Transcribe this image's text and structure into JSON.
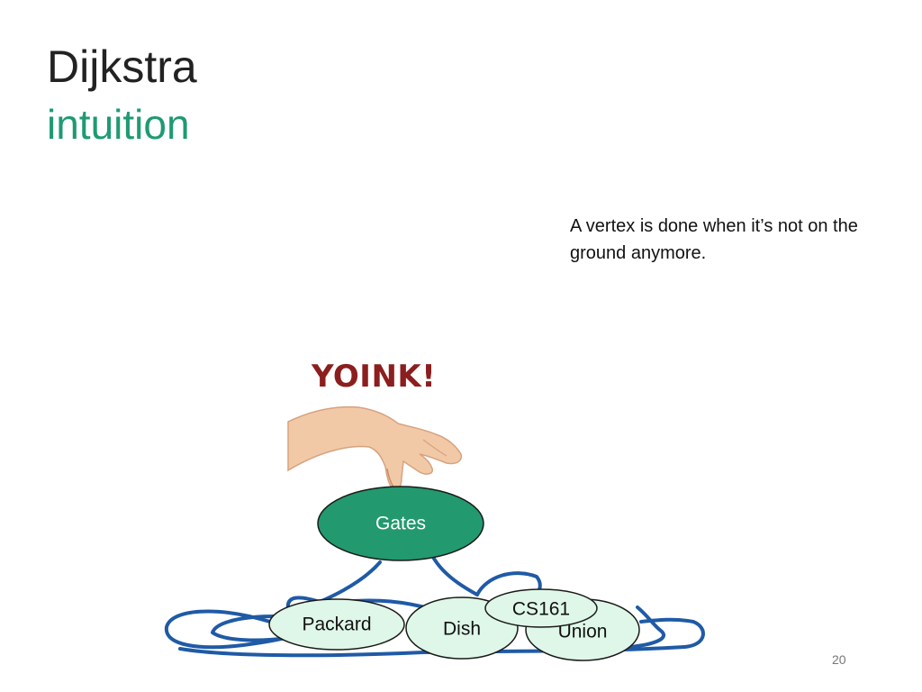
{
  "slide": {
    "title": "Dijkstra",
    "subtitle": "intuition",
    "note": "A vertex is done when it’s not on the ground anymore.",
    "exclamation": "YOINK!",
    "page_number": "20"
  },
  "colors": {
    "subtitle": "#1f9a72",
    "picked_node_fill": "#22996e",
    "ground_node_fill": "#dff7e8",
    "edge": "#1f5aa6",
    "exclamation": "#8b1e1e"
  },
  "nodes": {
    "gates": "Gates",
    "packard": "Packard",
    "dish": "Dish",
    "union": "Union",
    "cs161": "CS161"
  },
  "icons": {
    "hand": "hand-pinching-icon"
  }
}
